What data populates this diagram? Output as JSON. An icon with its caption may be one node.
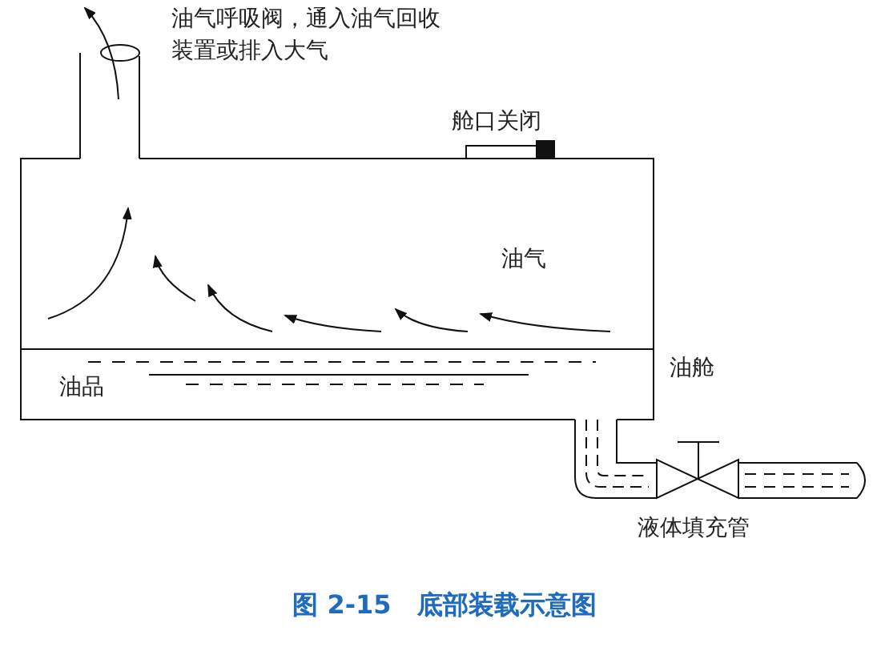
{
  "diagram": {
    "caption": "图 2-15　底部装载示意图",
    "labels": [
      "油气呼吸阀，通入油气回收装置或排入大气",
      "舱口关闭",
      "油气",
      "油舱",
      "油品",
      "液体填充管"
    ]
  }
}
